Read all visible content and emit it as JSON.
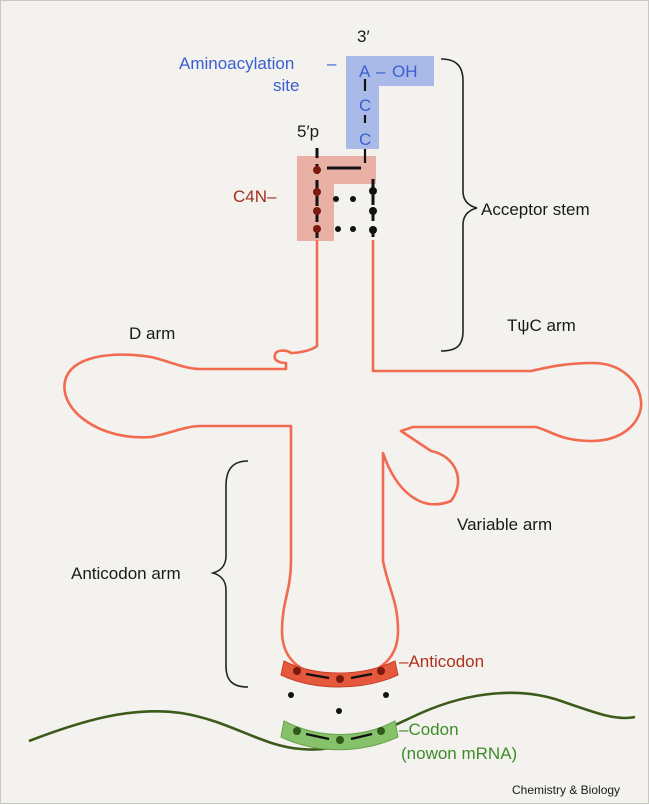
{
  "labels": {
    "three_prime": "3′",
    "aminoacylation_line1": "Aminoacylation",
    "aminoacylation_line2": "site",
    "acylation_dash": "–",
    "five_prime": "5′p",
    "c4n": "C4N–",
    "acceptor_stem": "Acceptor stem",
    "d_arm": "D arm",
    "tpsic_arm": "TψC arm",
    "variable_arm": "Variable arm",
    "anticodon_arm": "Anticodon arm",
    "anticodon": "–Anticodon",
    "codon": "–Codon",
    "codon_note": "(nowon mRNA)",
    "credit": "Chemistry & Biology"
  },
  "acceptor_end": {
    "a": "A",
    "dash": "–",
    "oh": "OH",
    "c1": "C",
    "c2": "C"
  },
  "colors": {
    "trna_backbone": "#f26a4f",
    "aminoacylation": "#3a5fd0",
    "aminoacylation_box": "#a9b9e8",
    "c4n_text": "#a0301c",
    "c4n_box": "#e9b0a6",
    "anticodon_band": "#e5583c",
    "anticodon_text": "#b0321e",
    "codon_band": "#86c26a",
    "codon_text": "#3f8a2a",
    "mrna": "#3c5a1a",
    "dot": "#111111",
    "base_dot": "#7a1a0e",
    "bracket": "#222222",
    "label": "#1a1a1a"
  }
}
